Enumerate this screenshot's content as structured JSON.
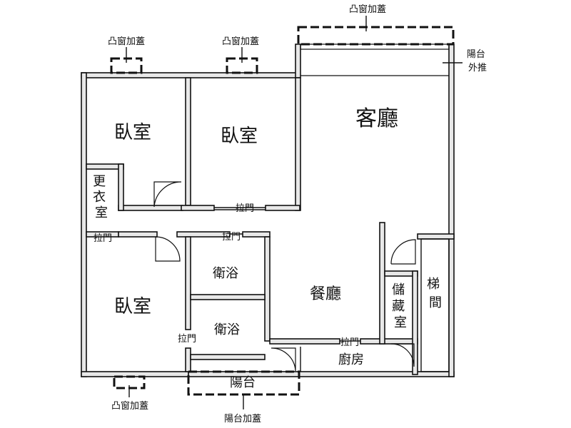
{
  "labels": {
    "living_room": "客廳",
    "bedroom_top_left": "臥室",
    "bedroom_top_middle": "臥室",
    "bedroom_bottom_left": "臥室",
    "dining_room": "餐廳",
    "bathroom_1": "衛浴",
    "bathroom_2": "衛浴",
    "kitchen": "廚房",
    "balcony": "陽台",
    "closet": "更衣室",
    "storage": "儲藏室",
    "stairwell": "梯間",
    "sliding_door_1": "拉門",
    "sliding_door_2": "拉門",
    "sliding_door_3": "拉門",
    "sliding_door_4": "拉門",
    "sliding_door_5": "拉門",
    "bay_window_top_left": "凸窗加蓋",
    "bay_window_top_middle": "凸窗加蓋",
    "bay_window_top_right": "凸窗加蓋",
    "bay_window_bottom": "凸窗加蓋",
    "balcony_extension": "陽台外推",
    "balcony_cover": "陽台加蓋"
  },
  "colors": {
    "wall_fill": "#e8e8e8",
    "line": "#111111",
    "background": "#ffffff"
  }
}
